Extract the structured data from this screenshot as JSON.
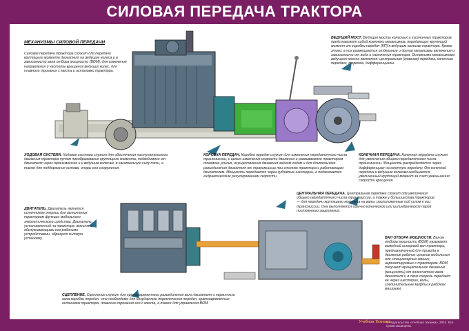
{
  "title": "СИЛОВАЯ ПЕРЕДАЧА ТРАКТОРА",
  "intro": {
    "heading": "МЕХАНИЗМЫ СИЛОВОЙ ПЕРЕДАЧИ",
    "text": "Силовая передача трактора служит для передачи крутящего момента двигателя на ведущие колеса и в зависимости вала отбора мощности (ВОМ), для изменения направления и частоты вращения ведущих колес, для плавного трогания с места и остановки трактора."
  },
  "sections": {
    "rear_axle": {
      "label": "ВЕДУЩИЙ МОСТ.",
      "text": "Ведущие мосты колесных и гусеничных тракторов представляют собой комплекс механизмов, передающих крутящий момент от коробки передач (КП) к ведущим колесам трактора. Кроме этого, в них размещаются отдельные и другие механизмы включения и зависимости от вида и назначения трактора. Основными механизмами ведущего моста являются: центральная (главная) передача, конечные передачи, тормоза, дифференциалы."
    },
    "running_gear": {
      "label": "ХОДОВАЯ СИСТЕМА.",
      "text": "Ходовая система служит для обеспечения поступательного движения трактора путем преобразования крутящего момента, подводимого от двигателя через трансмиссию и к ведущим колесам, в касательную силу тяги, а также для поддержания остова, опоры его сооружения."
    },
    "gearbox": {
      "label": "КОРОБКА ПЕРЕДАЧ.",
      "text": "Коробка передач служит для изменения передаточного числа трансмиссии, с целью изменения скорости движения и развиваемого трактором тягового усилия, осуществления движения задним ходом и для длительного разъединения двигателя от трансмиссии при стоянке трактора с работающим двигателем. Мощность передается через зубчатые шестерни, а поджимается гидравлическим регулированием скорости."
    },
    "final_drive": {
      "label": "КОНЕЧНАЯ ПЕРЕДАЧА.",
      "text": "Конечная передача служит для увеличения общего передаточного числа трансмиссии. Мощность распределяется через дифференциал на конечную передачу. От конечной передачи к ведущим колесам сообщается увеличенный крутящий момент за счет уменьшения скорости вращения."
    },
    "engine": {
      "label": "ДВИГАТЕЛЬ.",
      "text": "Двигатель является источником энергии для выполнения трактором функции мобильного энергетического средства. Двигатель, установленный на тракторе, вместе с обслуживающими его рабочими устройствами, образует силовую установку."
    },
    "central_drive": {
      "label": "ЦЕНТРАЛЬНАЯ ПЕРЕДАЧА.",
      "text": "Центральная передача служит для увеличения общего передаточного числа трансмиссии, а также у большинства тракторов — для передачи крутящего момента на валы, расположенные под углом к оси трансмиссии. Она выполняется обычно конической или цилиндрической парой постоянного зацепления."
    },
    "pto": {
      "label": "ВАЛ ОТБОРА МОЩНОСТИ.",
      "text": "Валом отбора мощности (ВОМ) называют выводной шлицевой вал трактора, предназначенный для привода в движение рабочих органов мобильных или стационарных машин, агрегатируемых с трактором. ВОМ получает вращательное движение (мощность) от коленчатого вала двигателя и в свою очередь передает ее через шестерни, валы, соединительные муфты к рабочим машинам."
    },
    "clutch": {
      "label": "СЦЕПЛЕНИЕ.",
      "text": "Сцепление служит для кратковременного разъединения вала двигателя и первичного вала коробки передач, что необходимо для безударного переключения передач, кратковременных остановок трактора, плавного трогания его с места, а также для управления ВОМ."
    }
  },
  "footer": "© Издательство «Учебная техника», 2010. Все права защищены.",
  "logo": "Учебная Техника",
  "colors": {
    "frame": "#7a1f63",
    "engine": "#5a7080",
    "clutch": "#2f7f8a",
    "gearbox": "#3fae3a",
    "rear_axle": "#9b79c9",
    "final_drive": "#7e8ea6",
    "pto_shaft": "#e8a23a"
  }
}
